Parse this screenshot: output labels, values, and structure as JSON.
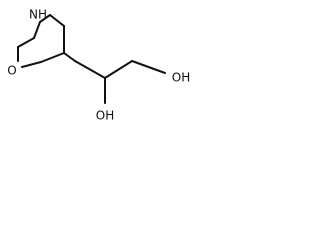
{
  "molecule": {
    "atoms": {
      "ring_n": "NH",
      "ring_o": "O",
      "hydroxyl_top": "OH",
      "hydroxyl_bottom": "OH"
    }
  }
}
